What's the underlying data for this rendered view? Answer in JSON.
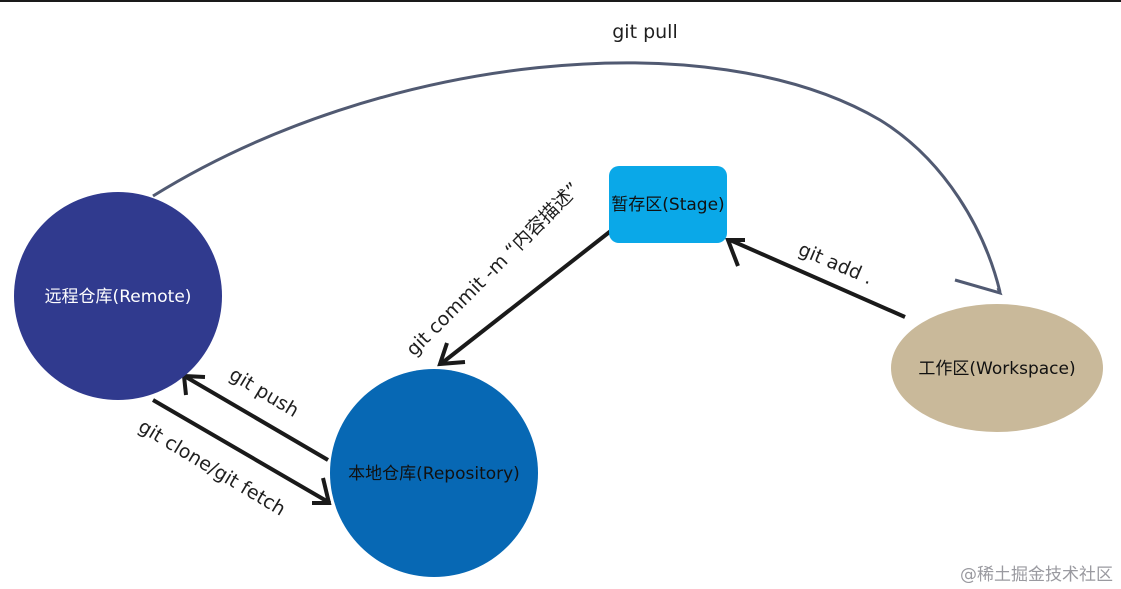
{
  "nodes": {
    "remote": {
      "label": "远程仓库(Remote)",
      "fill": "#303a8e"
    },
    "repository": {
      "label": "本地仓库(Repository)",
      "fill": "#0768b4"
    },
    "stage": {
      "label": "暂存区(Stage)",
      "fill": "#0aa8e8"
    },
    "workspace": {
      "label": "工作区(Workspace)",
      "fill": "#c9b99a"
    }
  },
  "edges": {
    "git_pull": {
      "label": "git pull"
    },
    "git_add": {
      "label": "git add ."
    },
    "git_commit": {
      "label": "git commit -m “内容描述”"
    },
    "git_push": {
      "label": "git push"
    },
    "git_clone_fetch": {
      "label": "git clone/git fetch"
    }
  },
  "watermark": {
    "text": "@稀土掘金技术社区"
  },
  "colors": {
    "pull_arrow": "#515a72",
    "arrow": "#1a1a1a"
  }
}
